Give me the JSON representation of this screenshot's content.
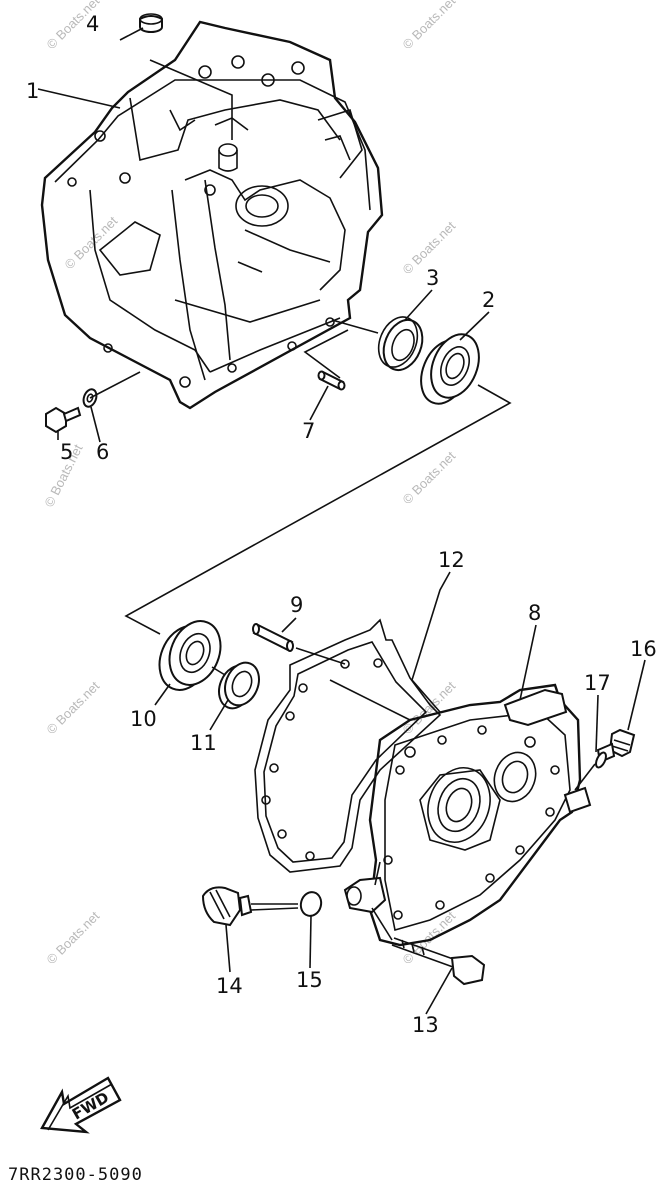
{
  "watermark": "© Boats.net",
  "part_code": "7RR2300-5090",
  "fwd_label": "FWD",
  "callouts": {
    "c1": "1",
    "c2": "2",
    "c3": "3",
    "c4": "4",
    "c5": "5",
    "c6": "6",
    "c7": "7",
    "c8": "8",
    "c9": "9",
    "c10": "10",
    "c11": "11",
    "c12": "12",
    "c13": "13",
    "c14": "14",
    "c15": "15",
    "c16": "16",
    "c17": "17"
  }
}
